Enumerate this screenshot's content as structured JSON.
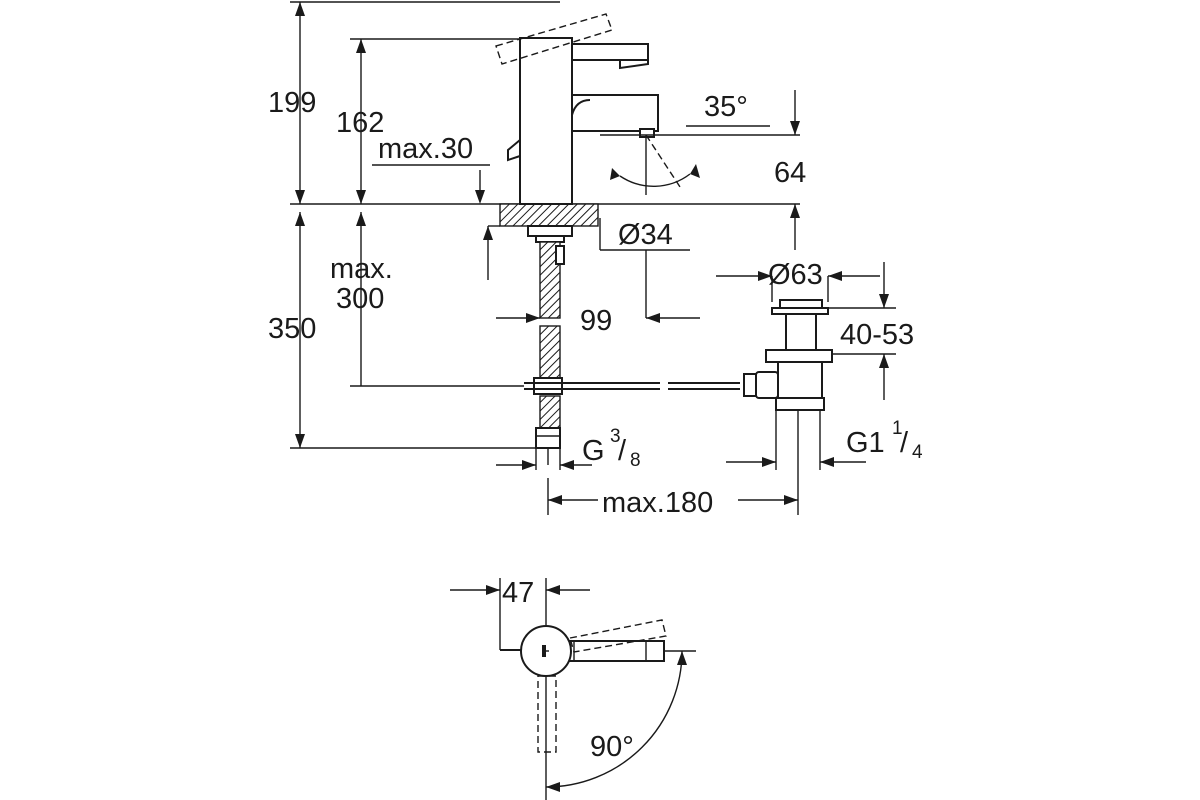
{
  "drawing": {
    "side_view": {
      "dims": {
        "overall_height": "199",
        "spout_height": "162",
        "max_deck": "max.30",
        "spout_angle": "35°",
        "spout_offset": "64",
        "hole_diameter": "Ø34",
        "max_label_1": "max.",
        "max_label_2": "300",
        "below_deck": "350",
        "spout_reach": "99",
        "waste_diameter": "Ø63",
        "waste_range": "40-53",
        "supply_thread_prefix": "G",
        "supply_thread_num": "3",
        "supply_thread_den": "8",
        "waste_thread_prefix": "G1",
        "waste_thread_num": "1",
        "waste_thread_den": "4",
        "max_rod": "max.180"
      }
    },
    "top_view": {
      "dims": {
        "lever_offset": "47",
        "rotation_angle": "90°"
      }
    }
  }
}
